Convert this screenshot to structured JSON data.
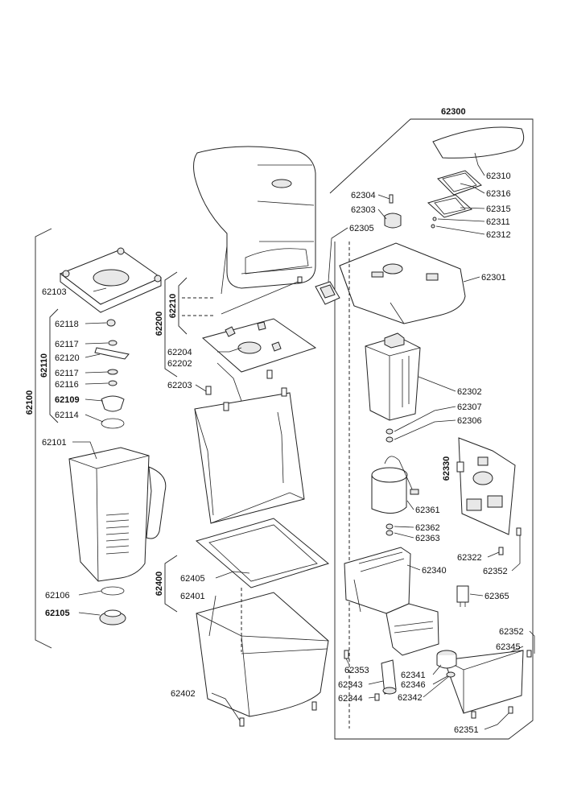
{
  "groups": {
    "g62100": "62100",
    "g62110": "62110",
    "g62200": "62200",
    "g62210": "62210",
    "g62300": "62300",
    "g62330": "62330",
    "g62400": "62400"
  },
  "labels": {
    "p62103": "62103",
    "p62118": "62118",
    "p62117a": "62117",
    "p62120": "62120",
    "p62117b": "62117",
    "p62116": "62116",
    "p62109": "62109",
    "p62114": "62114",
    "p62101": "62101",
    "p62106": "62106",
    "p62105": "62105",
    "p62204": "62204",
    "p62202": "62202",
    "p62203": "62203",
    "p62405": "62405",
    "p62401": "62401",
    "p62402": "62402",
    "p62304": "62304",
    "p62303": "62303",
    "p62305": "62305",
    "p62310": "62310",
    "p62316": "62316",
    "p62315": "62315",
    "p62311": "62311",
    "p62312": "62312",
    "p62301": "62301",
    "p62302": "62302",
    "p62307": "62307",
    "p62306": "62306",
    "p62361": "62361",
    "p62362": "62362",
    "p62363": "62363",
    "p62340": "62340",
    "p62322": "62322",
    "p62352a": "62352",
    "p62365": "62365",
    "p62352b": "62352",
    "p62345": "62345",
    "p62353": "62353",
    "p62341": "62341",
    "p62343": "62343",
    "p62346": "62346",
    "p62344": "62344",
    "p62342": "62342",
    "p62351": "62351"
  }
}
